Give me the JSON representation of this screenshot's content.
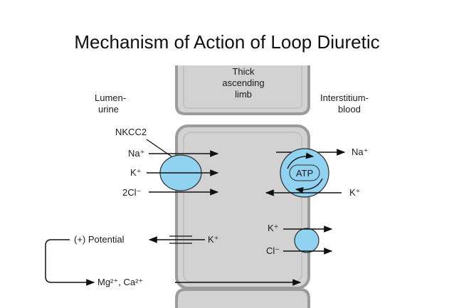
{
  "title": "Mechanism of Action of Loop Diuretic",
  "cell_label": [
    "Thick",
    "ascending",
    "limb"
  ],
  "lumen_label": [
    "Lumen-",
    "urine"
  ],
  "interstitium_label": [
    "Interstitium-",
    "blood"
  ],
  "transporter_label": "NKCC2",
  "ions": {
    "na": "Na⁺",
    "k": "K⁺",
    "two_cl": "2Cl⁻",
    "cl": "Cl⁻",
    "mg_ca": "Mg²⁺, Ca²⁺"
  },
  "pump_label": "ATP",
  "potential_label": "(+) Potential",
  "colors": {
    "cell_fill": "#d4d4d4",
    "cell_border": "#9a9a9a",
    "transporter_fill": "#8fd3f0",
    "transporter_stroke": "#2d2d2d"
  }
}
